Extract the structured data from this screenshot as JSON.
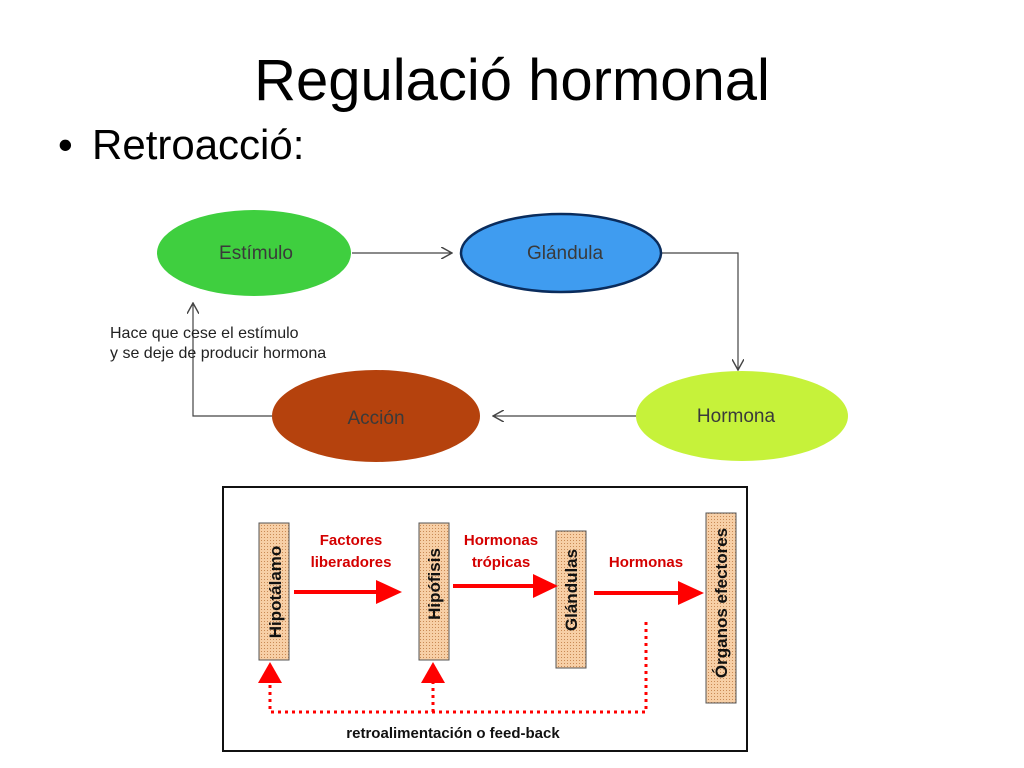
{
  "slide": {
    "title": "Regulació hormonal",
    "bullet_marker": "•",
    "bullet": "Retroacció:"
  },
  "cycle": {
    "nodes": {
      "stimulus": "Estímulo",
      "gland": "Glándula",
      "hormone": "Hormona",
      "action": "Acción"
    },
    "note_line1": "Hace que cese el estímulo",
    "note_line2": "y se deje de producir hormona",
    "colors": {
      "stimulus": "#3fcf3f",
      "gland": "#3f9cf0",
      "hormone": "#c6f23a",
      "action": "#b5420d"
    }
  },
  "axis": {
    "boxes": {
      "hypothalamus": "Hipotálamo",
      "pituitary": "Hipófisis",
      "glands": "Glándulas",
      "effectors": "Órganos efectores"
    },
    "labels": {
      "releasing_1": "Factores",
      "releasing_2": "liberadores",
      "tropic_1": "Hormonas",
      "tropic_2": "trópicas",
      "hormones": "Hormonas"
    },
    "feedback": "retroalimentación o feed-back",
    "colors": {
      "arrow": "#ff0000",
      "box": "#f5c9a0",
      "label": "#d40000"
    }
  }
}
